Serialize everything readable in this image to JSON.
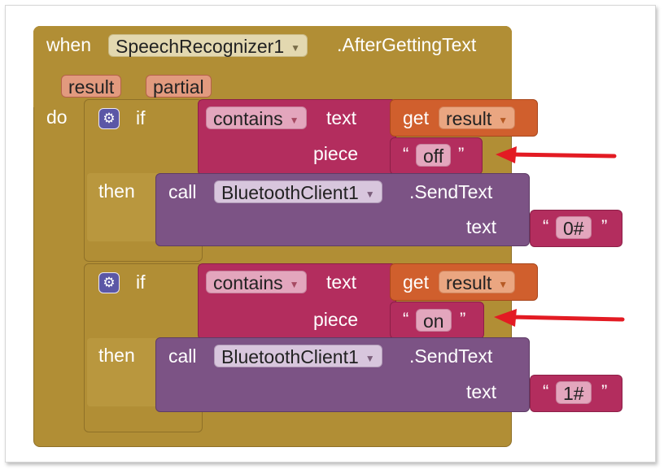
{
  "event": {
    "when_label": "when",
    "component": "SpeechRecognizer1",
    "event_name": ".AfterGettingText",
    "params": [
      "result",
      "partial"
    ],
    "do_label": "do"
  },
  "if_blocks": [
    {
      "if_label": "if",
      "then_label": "then",
      "contains_label": "contains",
      "text_label": "text",
      "get_label": "get",
      "get_var": "result",
      "piece_label": "piece",
      "piece_value": "off",
      "call_label": "call",
      "call_component": "BluetoothClient1",
      "call_method": ".SendText",
      "call_text_label": "text",
      "send_value": "0#"
    },
    {
      "if_label": "if",
      "then_label": "then",
      "contains_label": "contains",
      "text_label": "text",
      "get_label": "get",
      "get_var": "result",
      "piece_label": "piece",
      "piece_value": "on",
      "call_label": "call",
      "call_component": "BluetoothClient1",
      "call_method": ".SendText",
      "call_text_label": "text",
      "send_value": "1#"
    }
  ],
  "quote_open": "“",
  "quote_close": "”",
  "icons": {
    "mutator": "gear-icon",
    "dropdown": "dropdown-triangle-icon",
    "annotation": "red-arrow-icon"
  },
  "colors": {
    "event_block": "#b18e35",
    "control_block": "#b18e35",
    "text_block": "#b32d5e",
    "variable_block": "#d05f2d",
    "component_block": "#7c5385",
    "annotation_arrow": "#e31b23"
  }
}
